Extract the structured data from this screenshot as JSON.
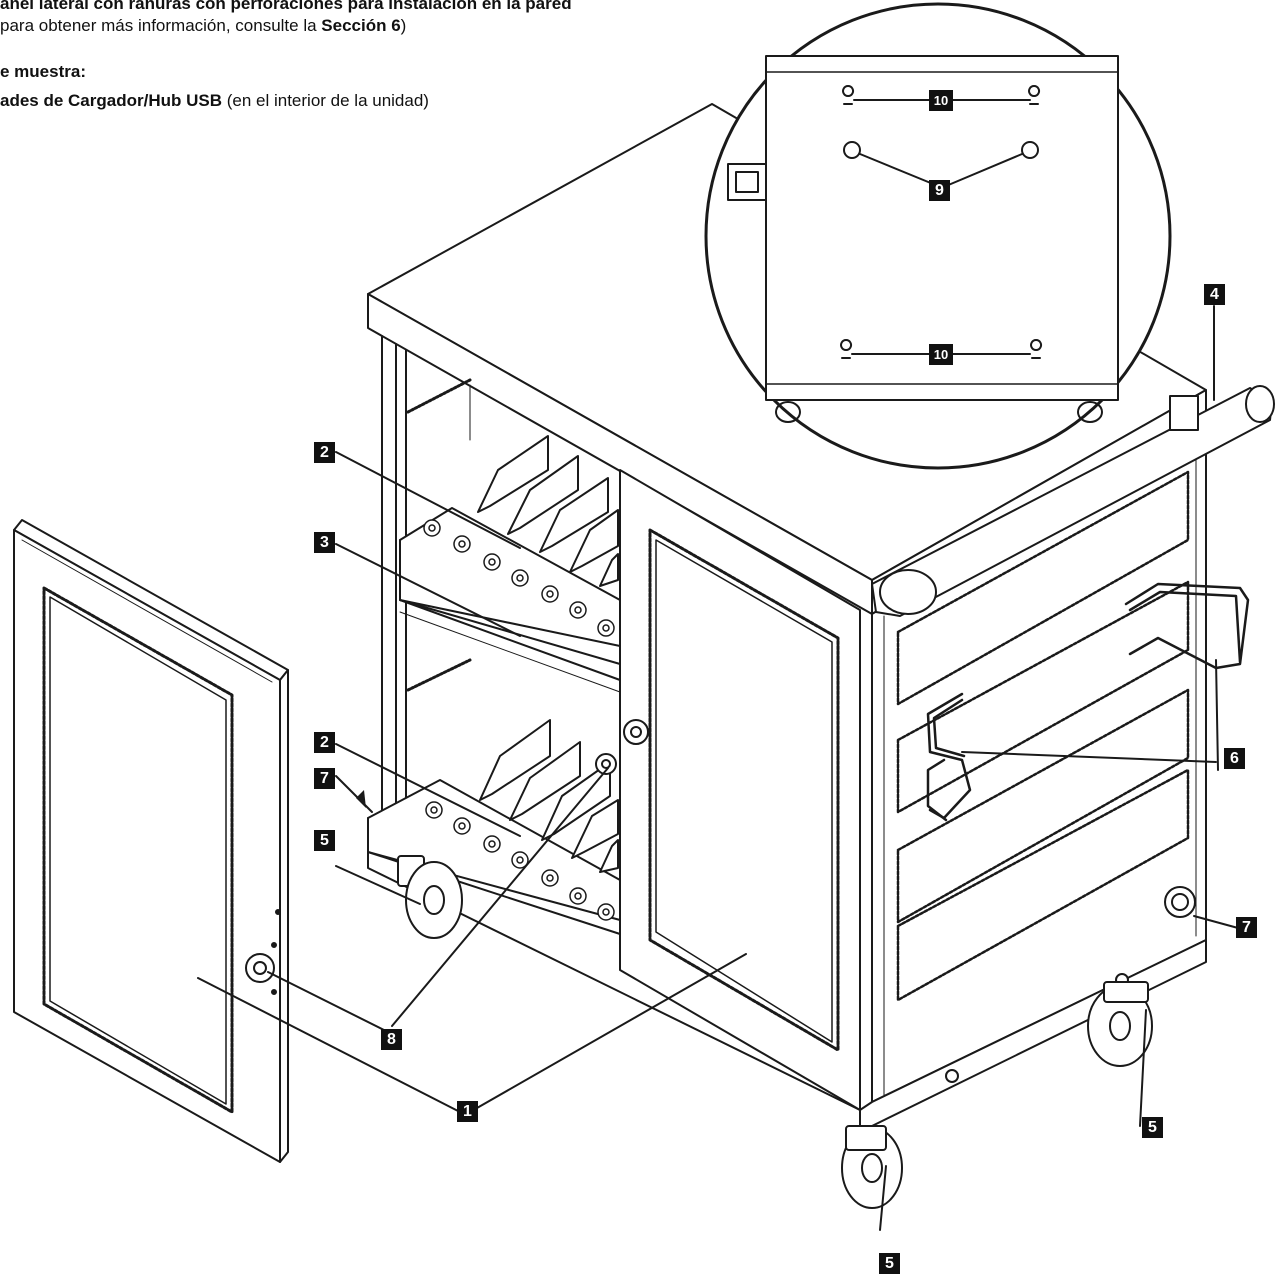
{
  "text": {
    "line1_bold": "anel lateral con ranuras con perforaciones para instalación en la pared",
    "line2_pre": "para obtener más información, consulte la ",
    "line2_bold": "Sección 6",
    "line2_post": ")",
    "line3_bold": "e muestra:",
    "line4_bold": "ades de Cargador/Hub USB",
    "line4_post": " (en el interior de la unidad)"
  },
  "callouts": {
    "c1": "1",
    "c2a": "2",
    "c2b": "2",
    "c3": "3",
    "c4": "4",
    "c5a": "5",
    "c5b": "5",
    "c5c": "5",
    "c6": "6",
    "c7a": "7",
    "c7b": "7",
    "c8": "8",
    "c9": "9",
    "c10a": "10",
    "c10b": "10"
  }
}
